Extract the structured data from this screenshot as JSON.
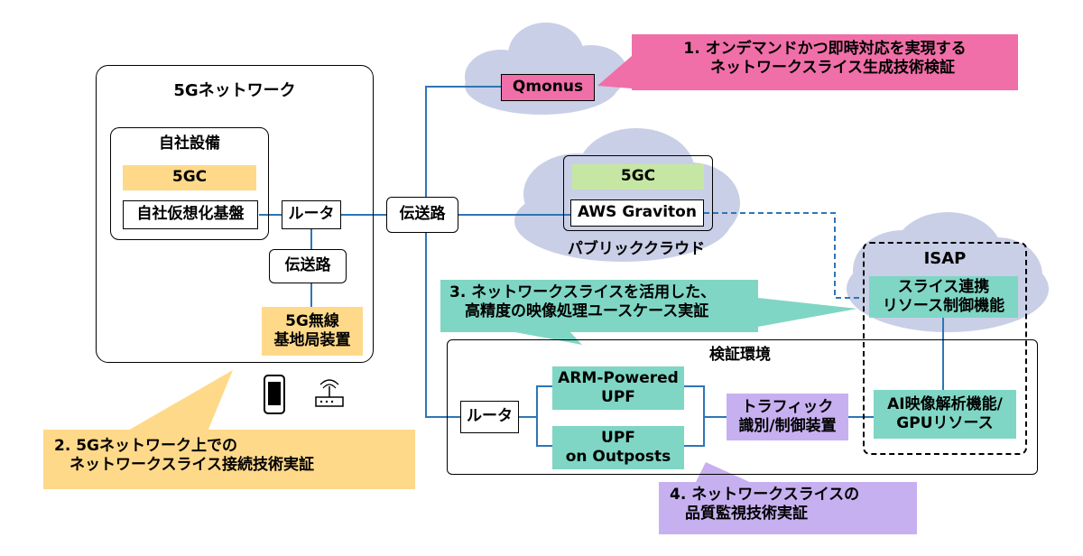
{
  "network": {
    "title": "5Gネットワーク",
    "onprem_title": "自社設備",
    "fivegc": "5GC",
    "virtual_base": "自社仮想化基盤",
    "router": "ルータ",
    "transport_local": "伝送路",
    "radio_station": "5G無線\n基地局装置"
  },
  "transport_main": "伝送路",
  "qmonus": "Qmonus",
  "cloud": {
    "fivegc": "5GC",
    "graviton": "AWS Graviton",
    "label": "パブリッククラウド"
  },
  "isap": {
    "title": "ISAP",
    "slice_control": "スライス連携\nリソース制御機能",
    "ai": "AI映像解析機能/\nGPUリソース"
  },
  "verification": {
    "title": "検証環境",
    "router": "ルータ",
    "upf_arm": "ARM-Powered\nUPF",
    "upf_outposts": "UPF\non Outposts",
    "traffic": "トラフィック\n識別/制御装置"
  },
  "callouts": {
    "c1": "1.  オンデマンドかつ即時対応を実現する\n　ネットワークスライス生成技術検証",
    "c2": "2.  5Gネットワーク上での\n　ネットワークスライス接続技術実証",
    "c3": "3.  ネットワークスライスを活用した、\n　高精度の映像処理ユースケース実証",
    "c4": "4.  ネットワークスライスの\n　品質監視技術実証"
  },
  "colors": {
    "yellow": "#ffd98a",
    "green": "#c6e7a3",
    "teal": "#7fd6c4",
    "pink": "#f06fa8",
    "lavender": "#c7b0f0",
    "cloud": "#c9cfe6",
    "line": "#2e75b6"
  }
}
